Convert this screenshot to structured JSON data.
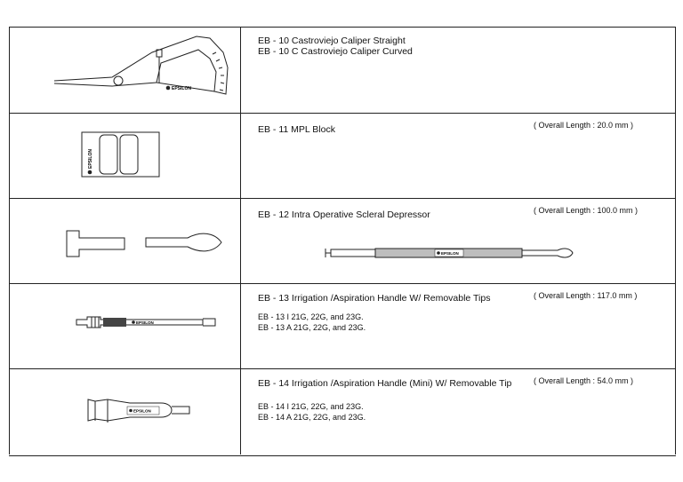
{
  "rows": [
    {
      "lines": [
        "EB - 10  Castroviejo Caliper Straight",
        "EB - 10 C  Castroviejo Caliper Curved"
      ],
      "length": "",
      "sub": [],
      "brand": "EPSILON"
    },
    {
      "lines": [
        "EB - 11  MPL Block"
      ],
      "length": "( Overall Length : 20.0 mm )",
      "sub": [],
      "brand": "EPSILON"
    },
    {
      "lines": [
        "EB - 12  Intra Operative Scleral Depressor"
      ],
      "length": "( Overall Length : 100.0 mm )",
      "sub": [],
      "brand": "EPSILON"
    },
    {
      "lines": [
        "EB - 13  Irrigation /Aspiration Handle W/ Removable Tips"
      ],
      "length": "( Overall Length : 117.0 mm )",
      "sub": [
        "EB - 13 I  21G, 22G, and 23G.",
        "EB - 13 A  21G, 22G, and 23G."
      ],
      "brand": "EPSILON"
    },
    {
      "lines": [
        "EB - 14  Irrigation /Aspiration Handle (Mini) W/ Removable Tip"
      ],
      "length": "( Overall Length : 54.0 mm )",
      "sub": [
        "EB - 14 I  21G, 22G, and 23G.",
        "EB - 14 A  21G, 22G, and 23G."
      ],
      "brand": "EPSILON"
    }
  ]
}
